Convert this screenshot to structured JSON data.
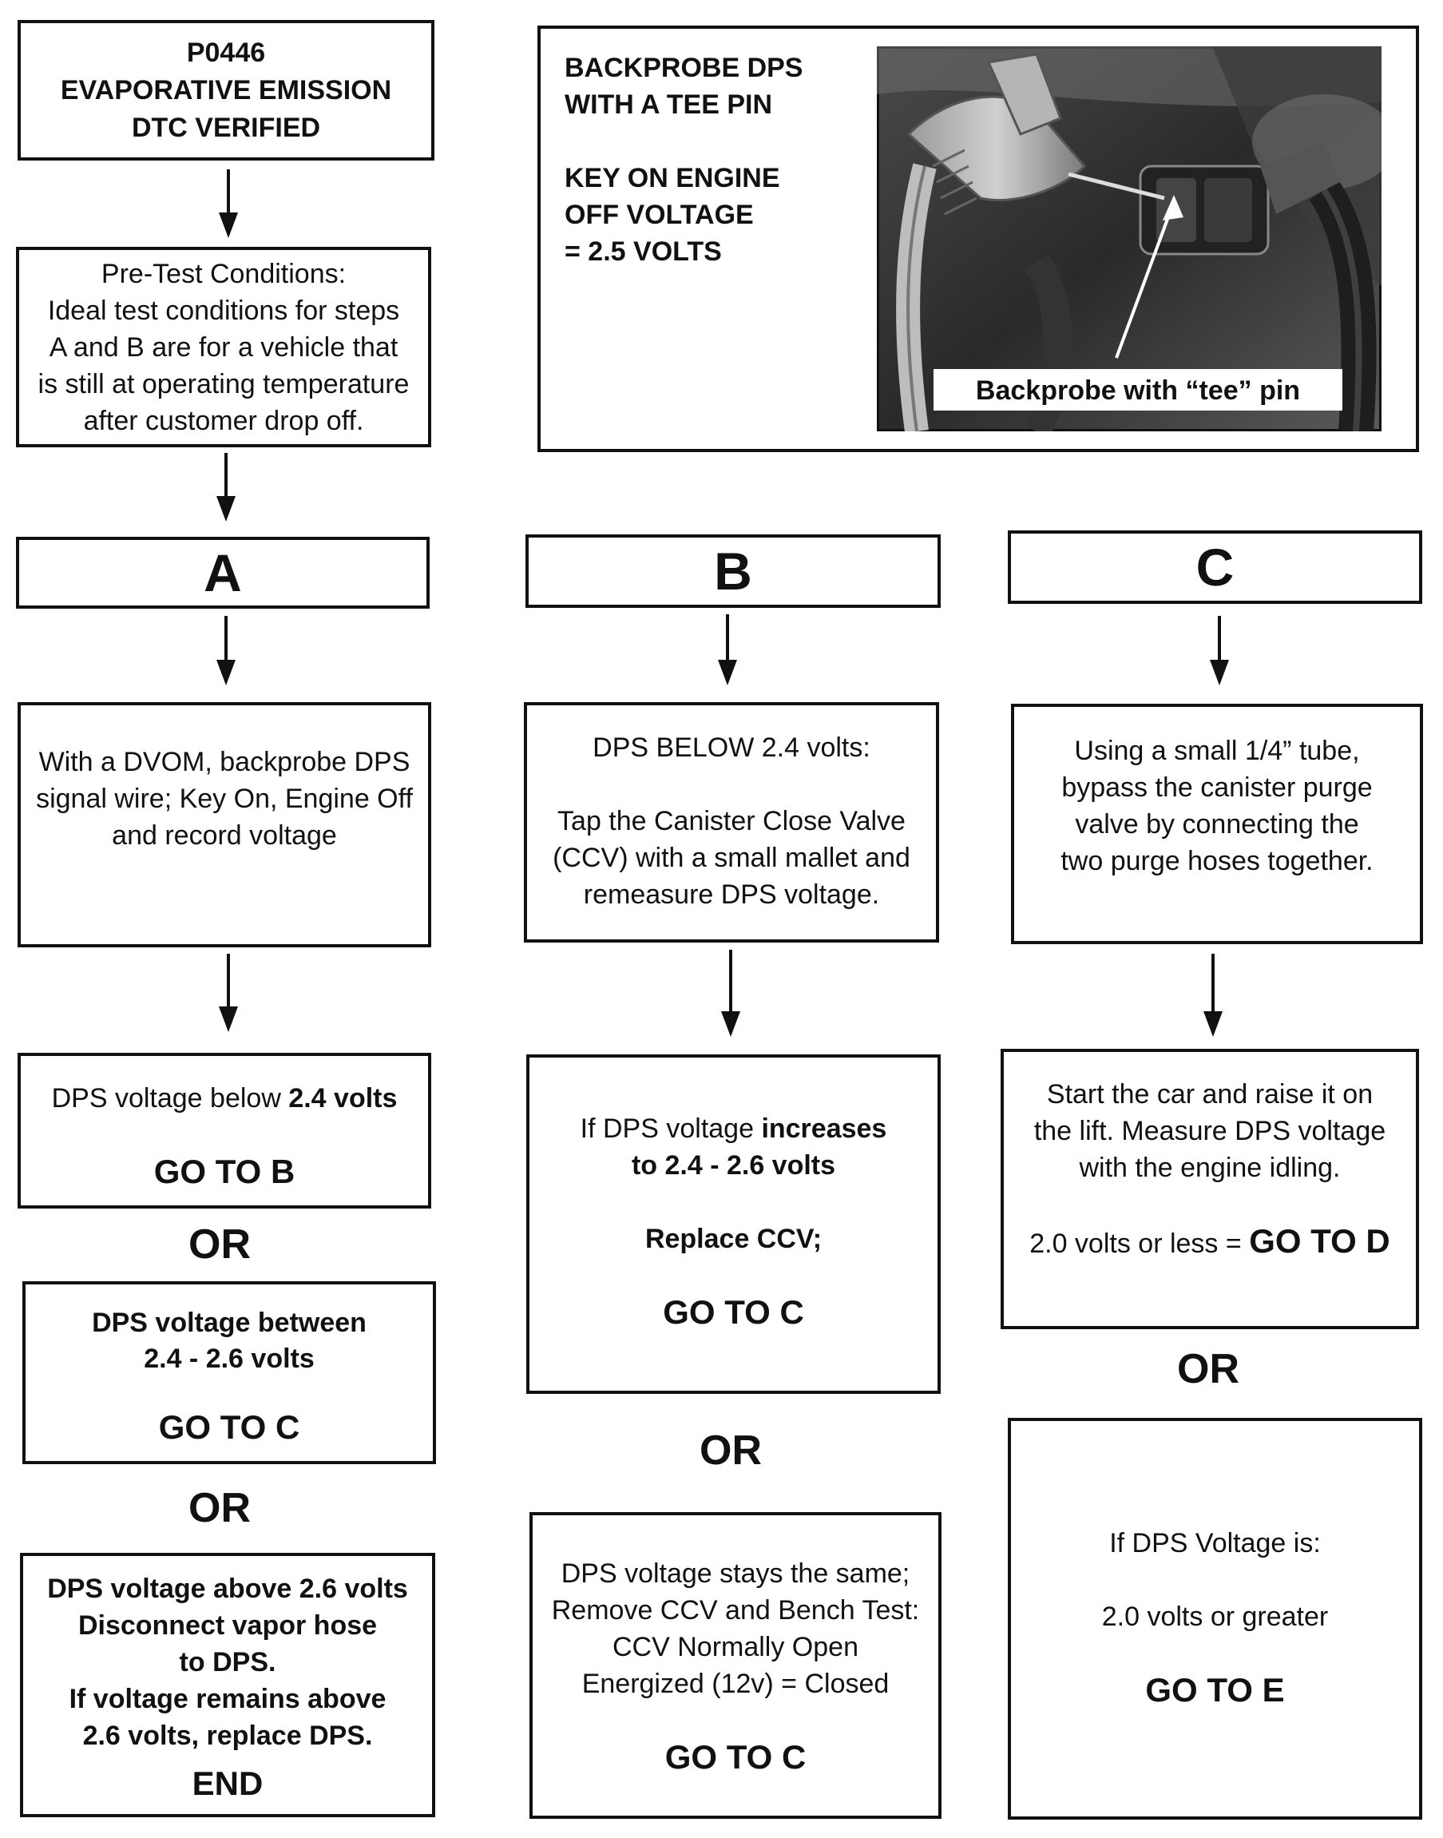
{
  "start": {
    "lines": [
      "P0446",
      "EVAPORATIVE EMISSION",
      "DTC VERIFIED"
    ]
  },
  "pretest": {
    "lines": [
      "Pre-Test Conditions:",
      "Ideal test conditions for steps",
      "A and B are for a vehicle that",
      "is still at operating temperature",
      "after customer drop off."
    ]
  },
  "info": {
    "lines1": [
      "BACKPROBE DPS",
      "WITH A TEE PIN"
    ],
    "lines2": [
      "KEY ON ENGINE",
      "OFF VOLTAGE",
      "= 2.5 VOLTS"
    ],
    "photo_caption": "Backprobe with “tee” pin"
  },
  "columns": {
    "a": {
      "letter": "A",
      "step": [
        "With a DVOM, backprobe DPS",
        "signal wire; Key On, Engine Off",
        "and record voltage"
      ],
      "r1": {
        "text": "DPS voltage below ",
        "bold": "2.4 volts",
        "goto": "GO TO B"
      },
      "or1": "OR",
      "r2": {
        "lines": [
          "DPS voltage between",
          "2.4 - 2.6 volts"
        ],
        "goto": "GO TO C"
      },
      "or2": "OR",
      "r3": {
        "lines": [
          "DPS voltage above 2.6 volts",
          "Disconnect vapor hose",
          "to DPS.",
          "If voltage remains above",
          "2.6 volts, replace DPS."
        ],
        "end": "END"
      }
    },
    "b": {
      "letter": "B",
      "step": {
        "head": "DPS BELOW 2.4 volts:",
        "lines": [
          "Tap the Canister Close Valve",
          "(CCV) with a small mallet and",
          "remeasure DPS voltage."
        ]
      },
      "r1": {
        "text": "If DPS voltage ",
        "bold1": "increases",
        "bold2": "to 2.4 - 2.6 volts",
        "replace": "Replace CCV;",
        "goto": "GO TO C"
      },
      "or1": "OR",
      "r2": {
        "lines": [
          "DPS voltage stays the same;",
          "Remove CCV and Bench Test:",
          "CCV Normally Open",
          "Energized (12v) = Closed"
        ],
        "goto": "GO TO C"
      }
    },
    "c": {
      "letter": "C",
      "step": [
        "Using a small 1/4” tube,",
        "bypass the canister purge",
        "valve by connecting the",
        "two purge hoses together."
      ],
      "r1": {
        "lines": [
          "Start the car and raise it on",
          "the lift. Measure DPS voltage",
          "with the engine idling."
        ],
        "cond": "2.0 volts or less = ",
        "goto": "GO TO D"
      },
      "or1": "OR",
      "r2": {
        "head": "If DPS Voltage is:",
        "cond": "2.0 volts or greater",
        "goto": "GO TO E"
      }
    }
  }
}
